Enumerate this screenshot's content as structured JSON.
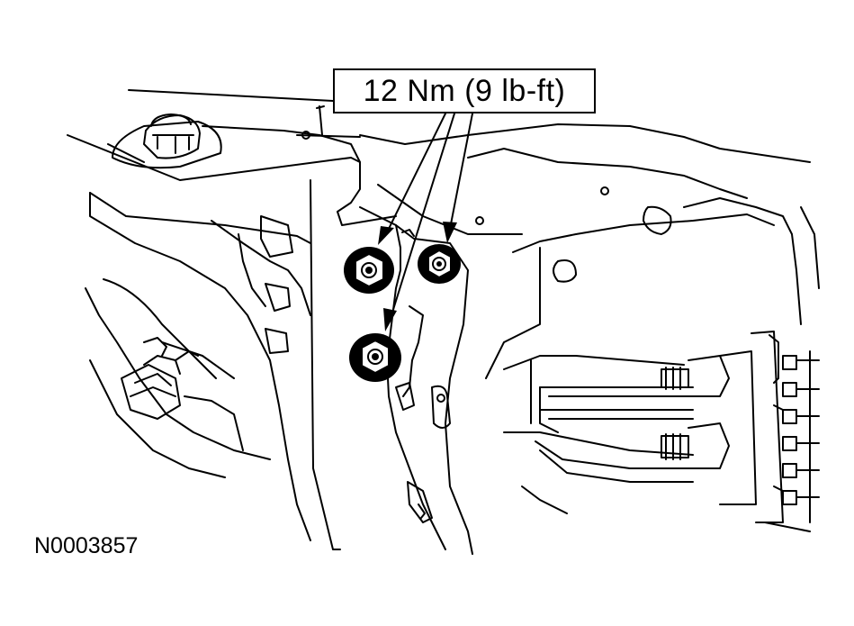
{
  "callout": {
    "torque_label": "12 Nm (9 lb-ft)"
  },
  "figure": {
    "id": "N0003857"
  },
  "parts": [
    {
      "name": "upper-left-nut"
    },
    {
      "name": "upper-right-nut"
    },
    {
      "name": "lower-nut"
    }
  ],
  "colors": {
    "line": "#000000",
    "background": "#ffffff",
    "nut_fill": "#000000"
  }
}
